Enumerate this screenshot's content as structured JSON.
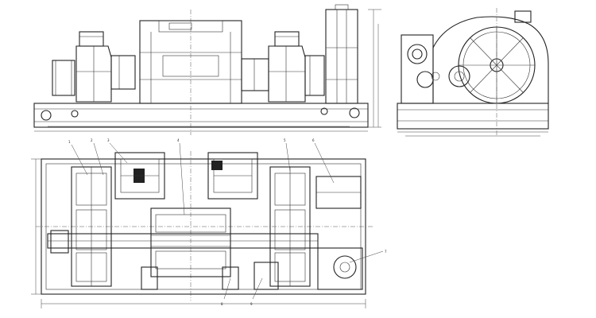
{
  "drawing": {
    "views": [
      "front-elevation",
      "side-elevation",
      "plan-view"
    ],
    "callouts": [
      "1",
      "2",
      "3",
      "4",
      "5",
      "6",
      "7",
      "8",
      "9"
    ],
    "ink_color": "#222222",
    "background_color": "#ffffff"
  }
}
